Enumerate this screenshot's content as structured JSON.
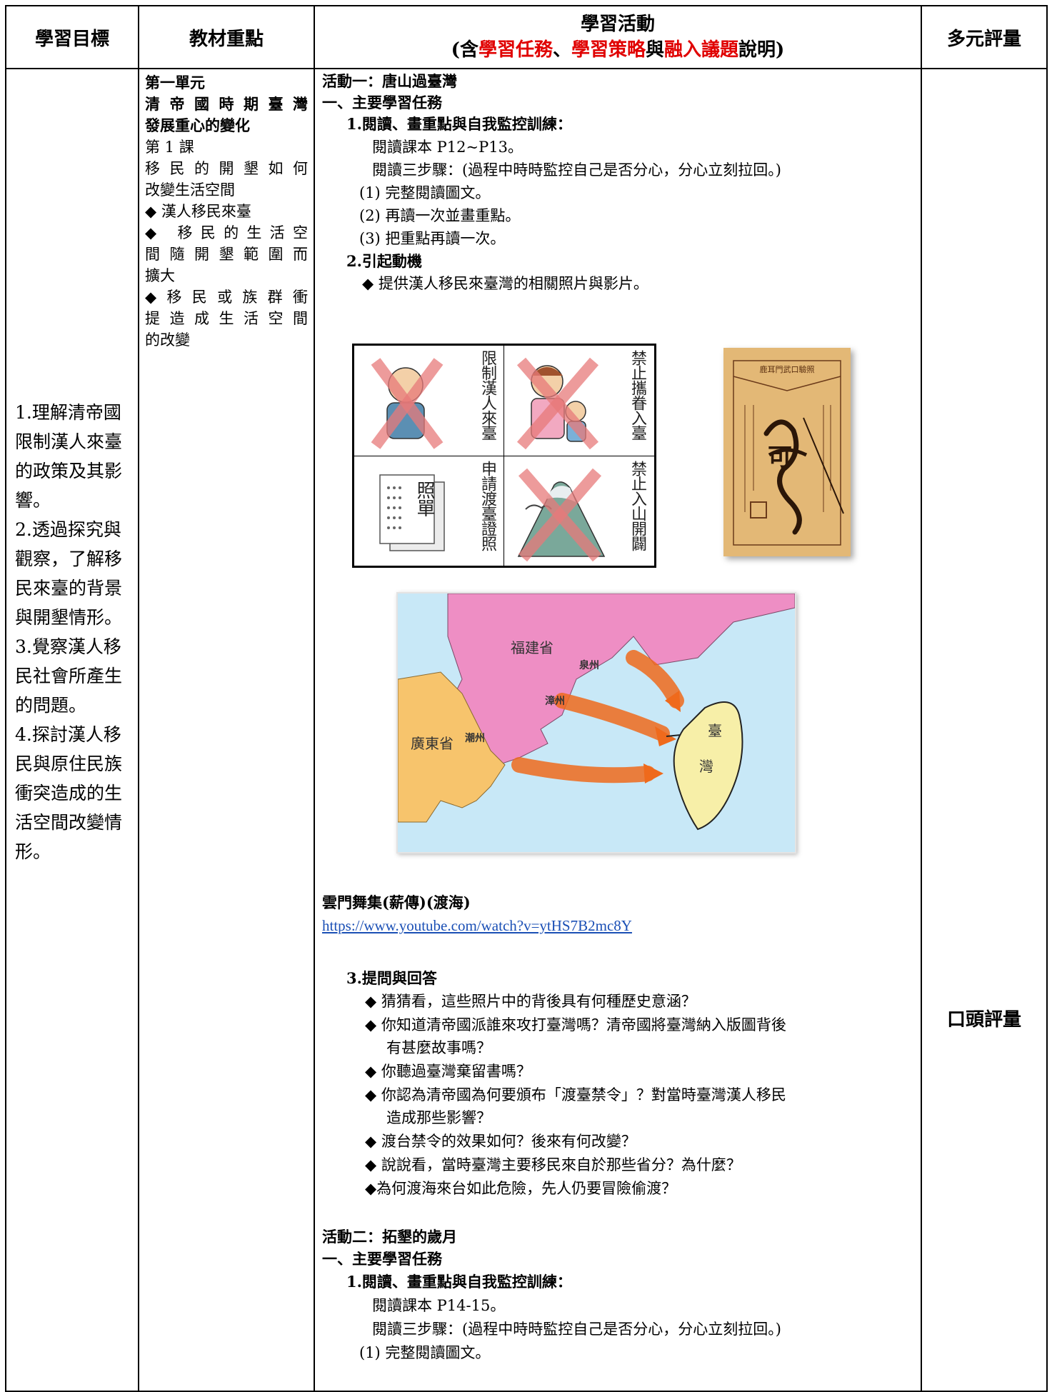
{
  "headers": {
    "goals": "學習目標",
    "content": "教材重點",
    "activity_line1": "學習活動",
    "activity_line2_parts": [
      "(含",
      "學習任務",
      "、",
      "學習策略",
      "與",
      "融入議題",
      "說明)"
    ],
    "assessment": "多元評量"
  },
  "goals": [
    "1.理解清帝國限制漢人來臺的政策及其影響。",
    "2.透過探究與觀察，了解移民來臺的背景與開墾情形。",
    "3.覺察漢人移民社會所產生的問題。",
    "4.探討漢人移民與原住民族衝突造成的生活空間改變情形。"
  ],
  "content": {
    "unit": "第一單元",
    "unit_title": [
      "清帝國時期臺灣",
      "發展重心的變化"
    ],
    "lesson": "第 1 課",
    "lesson_title": [
      "移民的開墾如何",
      "改變生活空間"
    ],
    "points": [
      [
        "◆ 漢人移民來臺"
      ],
      [
        "◆ 移民的生活空",
        "間隨開墾範圍而",
        "擴大"
      ],
      [
        "◆移民或族群衝",
        "提造成生活空間",
        "的改變"
      ]
    ]
  },
  "activity1": {
    "title": "活動一：唐山過臺灣",
    "section": "一、主要學習任務",
    "task1": {
      "title": "1.閱讀、畫重點與自我監控訓練：",
      "lines": [
        "閱讀課本 P12~P13。",
        "閱讀三步驟：(過程中時時監控自己是否分心，分心立刻拉回。)",
        "(1) 完整閱讀圖文。",
        "(2) 再讀一次並畫重點。",
        "(3) 把重點再讀一次。"
      ]
    },
    "task2": {
      "title": "2.引起動機",
      "lines": [
        "◆ 提供漢人移民來臺灣的相關照片與影片。"
      ]
    },
    "figure_labels": {
      "q1": "限制漢人來臺",
      "q2": "禁止攜眷入臺",
      "q3": "申請渡臺證照",
      "q4": "禁止入山開闢",
      "permit_text": "照單",
      "permit_header": "鹿耳門武口驗照",
      "permit_char": "可"
    },
    "map_labels": {
      "fujian": "福建省",
      "quanzhou": "泉州",
      "zhangzhou": "漳州",
      "guangdong": "廣東省",
      "chaozhou": "潮州",
      "tai": "臺",
      "wan": "灣"
    },
    "video_title": "雲門舞集(薪傳)(渡海)",
    "video_url": "https://www.youtube.com/watch?v=ytHS7B2mc8Y",
    "task3": {
      "title": "3.提問與回答",
      "questions": [
        [
          "◆ 猜猜看，這些照片中的背後具有何種歷史意涵？"
        ],
        [
          "◆ 你知道清帝國派誰來攻打臺灣嗎？清帝國將臺灣納入版圖背後",
          "有甚麼故事嗎？"
        ],
        [
          "◆ 你聽過臺灣棄留書嗎？"
        ],
        [
          "◆ 你認為清帝國為何要頒布「渡臺禁令」？對當時臺灣漢人移民",
          "造成那些影響？"
        ],
        [
          "◆ 渡台禁令的效果如何？後來有何改變？"
        ],
        [
          "◆ 說說看，當時臺灣主要移民來自於那些省分？為什麼？"
        ],
        [
          "◆為何渡海來台如此危險，先人仍要冒險偷渡？"
        ]
      ]
    }
  },
  "activity2": {
    "title": "活動二：拓墾的歲月",
    "section": "一、主要學習任務",
    "task1": {
      "title": "1.閱讀、畫重點與自我監控訓練：",
      "lines": [
        "閱讀課本 P14-15。",
        "閱讀三步驟：(過程中時時監控自己是否分心，分心立刻拉回。)",
        "(1) 完整閱讀圖文。"
      ]
    }
  },
  "assessment": "口頭評量",
  "colors": {
    "highlight_red": "#e00000",
    "link_blue": "#1a4fb5",
    "map_sea": "#c8e8f7",
    "map_fujian": "#ee8ec4",
    "map_guangdong": "#f7c46c",
    "map_taiwan": "#f7efa8",
    "arrow": "#ef6a1c"
  }
}
